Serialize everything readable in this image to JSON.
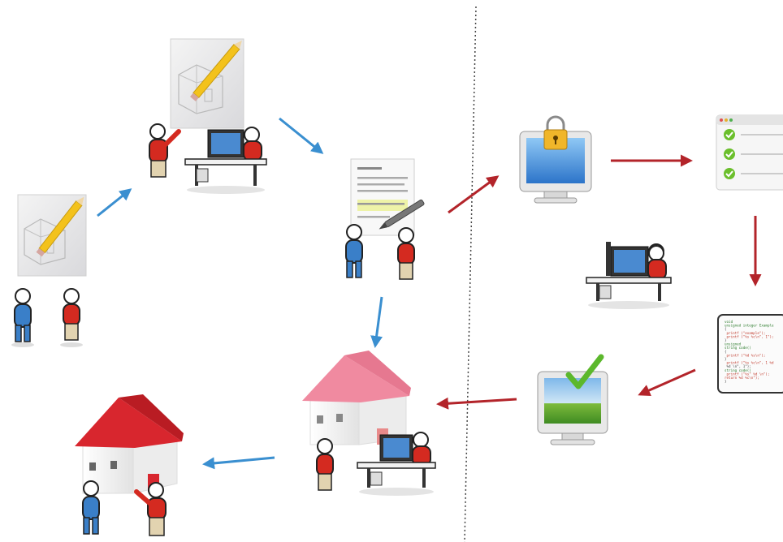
{
  "diagram": {
    "colors": {
      "client_blue": "#3a7fc8",
      "developer_red": "#d42a20",
      "flow_blue_arrow": "#3a8fd0",
      "flow_red_arrow": "#b3242a",
      "divider": "#444444",
      "roof_red": "#d8262e",
      "roof_pink": "#f08aa0",
      "check_green": "#5cb82c",
      "lock_gold": "#f0b62a"
    },
    "icons": [
      "sketch-pencil-icon",
      "person-blue-icon",
      "person-red-icon",
      "developer-desk-icon",
      "signed-document-icon",
      "locked-monitor-icon",
      "checklist-icon",
      "code-listing-icon",
      "approved-monitor-icon",
      "house-icon",
      "pink-house-icon"
    ],
    "code_lines": [
      "void",
      "unsigned integer Example",
      "{",
      "  printf (\"example\");",
      "  printf (\"%s %c\\n\", 1\");",
      "}",
      "unsigned",
      "string code()",
      "{",
      "  printf (\"%d %s\\n\");",
      "}",
      "",
      "  printf (\"%s %c\\n\", 1 %d",
      "  %d \\n\", 1\");",
      "string code()",
      "  printf (\"%s\" %d \\n\");",
      "return %d %c\\n\");",
      "}"
    ]
  }
}
